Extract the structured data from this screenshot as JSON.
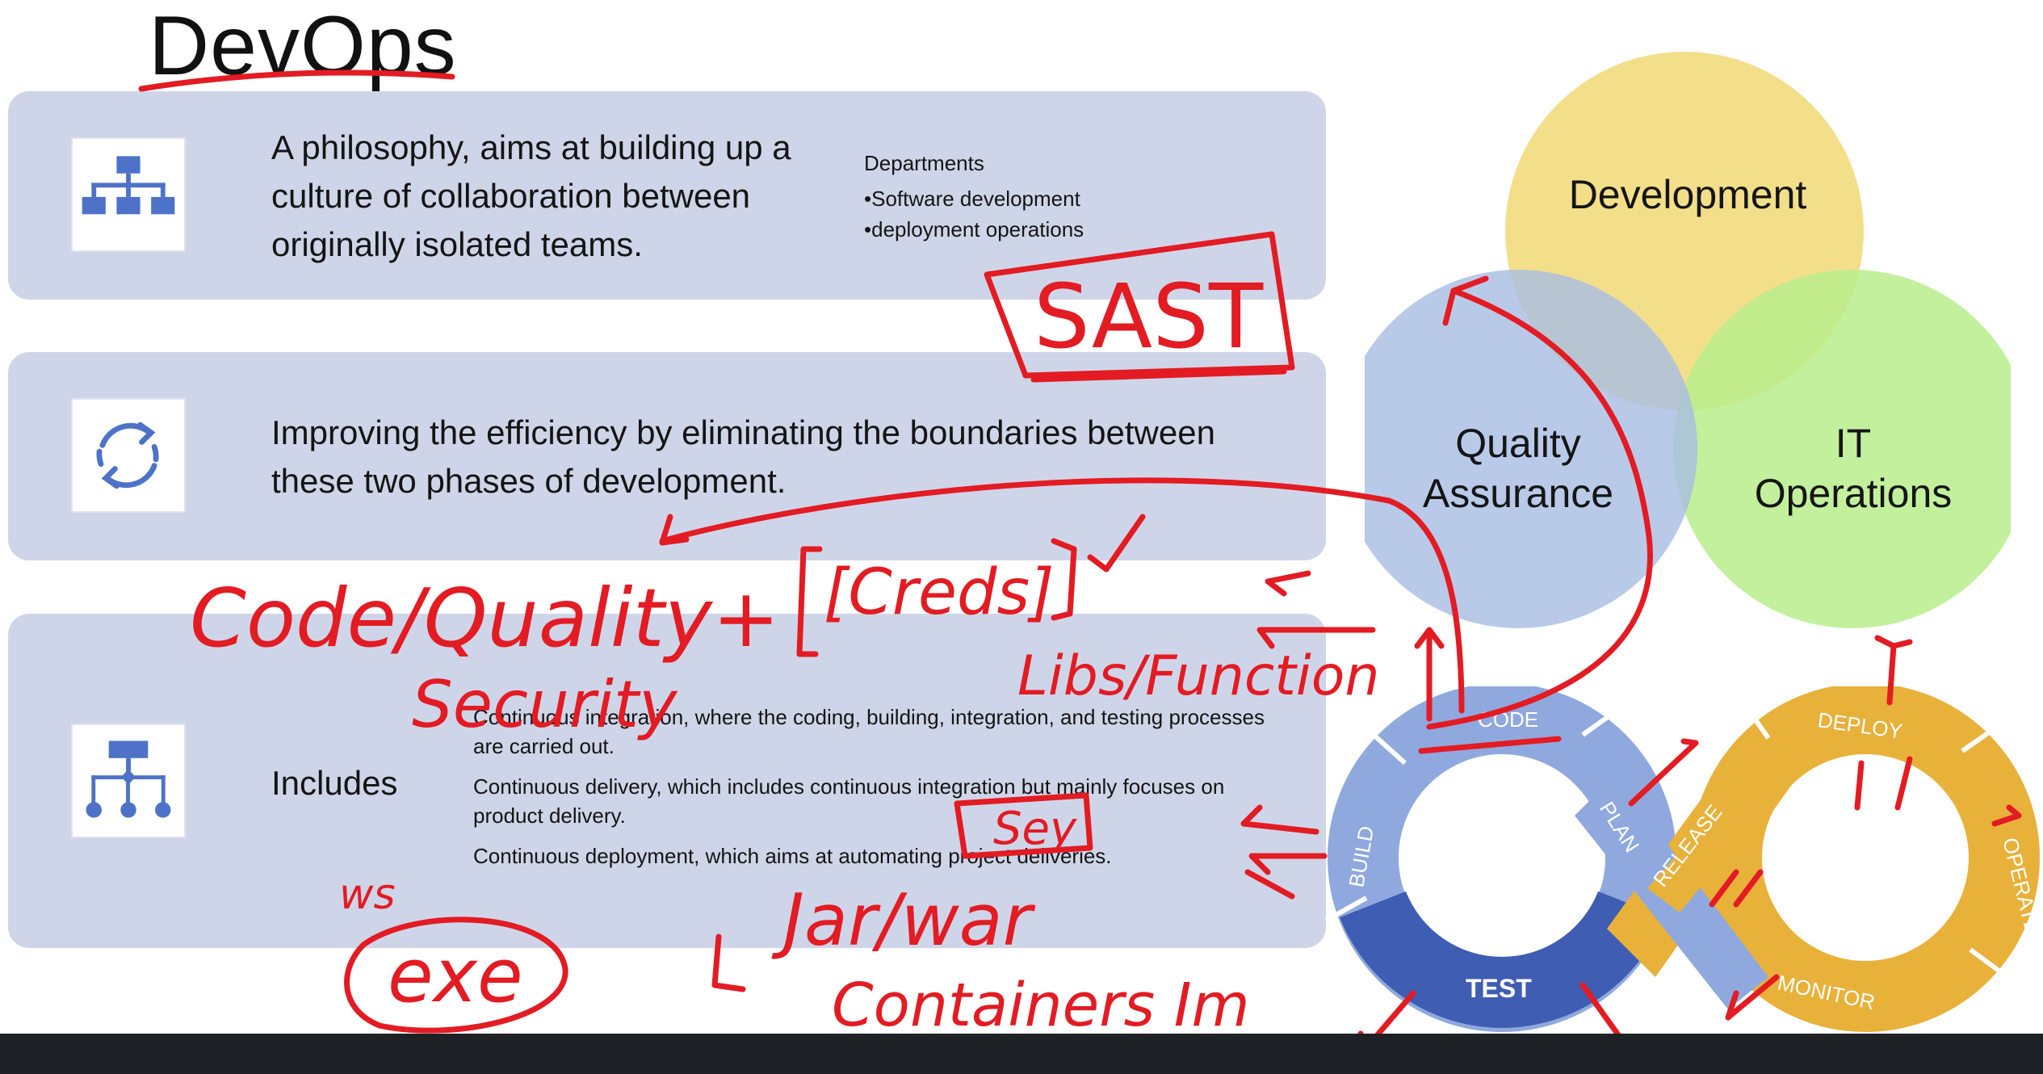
{
  "slide": {
    "title": "DevOps",
    "panel1": {
      "icon": "hierarchy-icon",
      "text": "A philosophy, aims at building up a culture of collaboration between originally isolated teams.",
      "departments_heading": "Departments",
      "departments": [
        "•Software development",
        "•deployment operations"
      ]
    },
    "panel2": {
      "icon": "cycle-arrows-icon",
      "text": "Improving the efficiency by eliminating the boundaries between these two phases of development."
    },
    "panel3": {
      "icon": "branching-hierarchy-icon",
      "label": "Includes",
      "items": [
        "Continuous integration, where the coding, building, integration, and testing processes are carried out.",
        "Continuous delivery, which includes continuous integration but mainly focuses on product delivery.",
        "Continuous deployment, which aims at automating project deliveries."
      ]
    },
    "venn": {
      "development": "Development",
      "quality_assurance": "Quality Assurance",
      "it_operations": "IT Operations",
      "colors": {
        "development": "#f2dc7d",
        "qa": "#a7bde4",
        "ops": "#b8ed8c"
      }
    },
    "cycle": {
      "stages": [
        "CODE",
        "PLAN",
        "RELEASE",
        "DEPLOY",
        "OPERATE",
        "MONITOR",
        "TEST",
        "BUILD"
      ],
      "colors": {
        "dev_loop": "#8fa9de",
        "dev_dark": "#3f5db2",
        "ops_loop": "#e8b13a"
      }
    }
  },
  "annotations": {
    "ink_color": "#e31b23",
    "texts": [
      "SAST",
      "Code/Quality+",
      "Security",
      "[Creds]",
      "Libs/Function",
      "Sey",
      "Jar/war",
      "Containers Im",
      "ws",
      "exe"
    ]
  }
}
